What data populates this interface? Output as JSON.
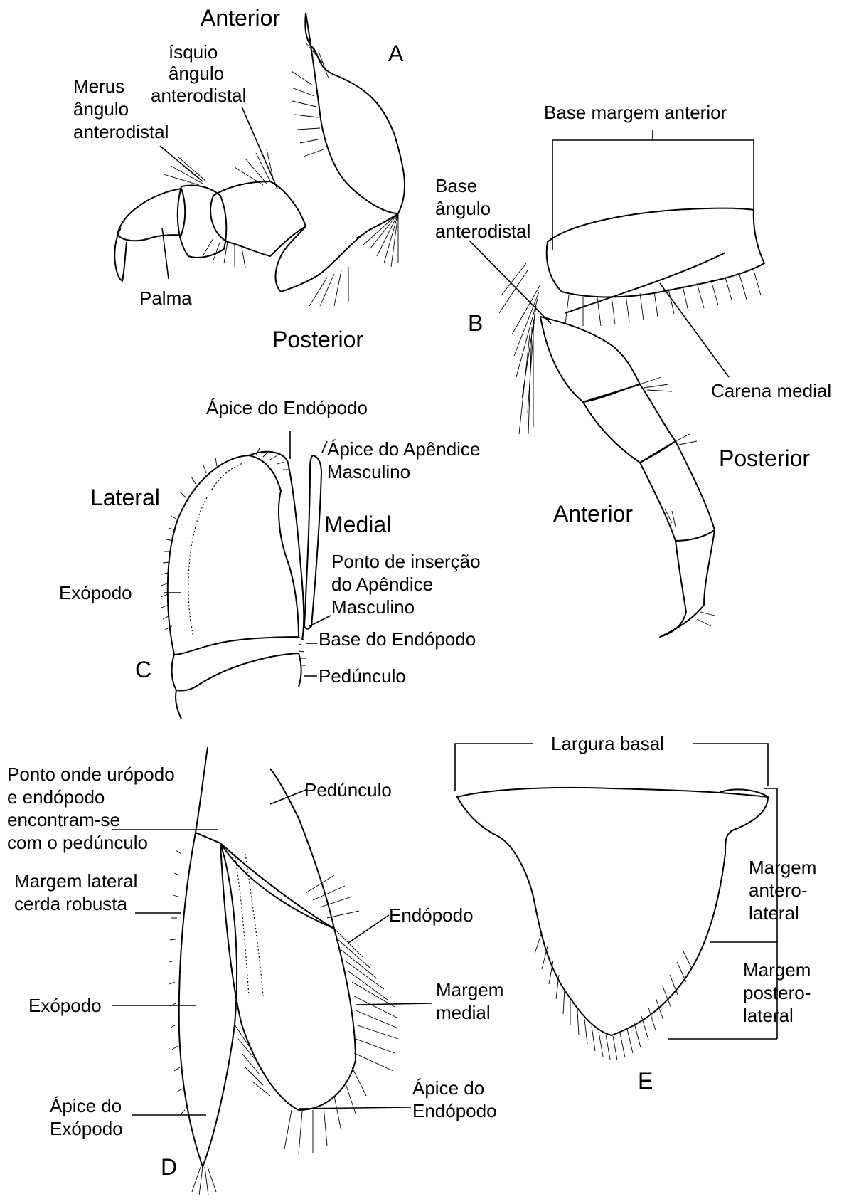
{
  "panel_letters": {
    "a": "A",
    "b": "B",
    "c": "C",
    "d": "D",
    "e": "E"
  },
  "panel_a": {
    "anterior": "Anterior",
    "posterior": "Posterior",
    "isquio": [
      "ísquio",
      "ângulo",
      "anterodistal"
    ],
    "merus": [
      "Merus",
      "ângulo",
      "anterodistal"
    ],
    "palma": "Palma"
  },
  "panel_b": {
    "base_margem": "Base margem anterior",
    "base_angulo": [
      "Base",
      "ângulo",
      "anterodistal"
    ],
    "carena": "Carena medial",
    "posterior": "Posterior",
    "anterior": "Anterior"
  },
  "panel_c": {
    "apice_endopodo": "Ápice do Endópodo",
    "apice_apendice": [
      "Ápice do Apêndice",
      "Masculino"
    ],
    "lateral": "Lateral",
    "medial": "Medial",
    "ponto_insercao": [
      "Ponto de inserção",
      "do Apêndice",
      "Masculino"
    ],
    "exopodo": "Exópodo",
    "base_endopodo": "Base do Endópodo",
    "pedunculo": "Pedúnculo"
  },
  "panel_d": {
    "ponto_onde": [
      "Ponto onde urópodo",
      "e endópodo",
      "encontram-se",
      "com o pedúnculo"
    ],
    "pedunculo": "Pedúnculo",
    "margem_lateral": [
      "Margem lateral",
      "cerda robusta"
    ],
    "endopodo": "Endópodo",
    "exopodo": "Exópodo",
    "margem_medial": [
      "Margem",
      "medial"
    ],
    "apice_exopodo": [
      "Ápice do",
      "Exópodo"
    ],
    "apice_endopodo": [
      "Ápice do",
      "Endópodo"
    ]
  },
  "panel_e": {
    "largura_basal": "Largura basal",
    "margem_antero": [
      "Margem",
      "antero-",
      "lateral"
    ],
    "margem_postero": [
      "Margem",
      "postero-",
      "lateral"
    ]
  }
}
